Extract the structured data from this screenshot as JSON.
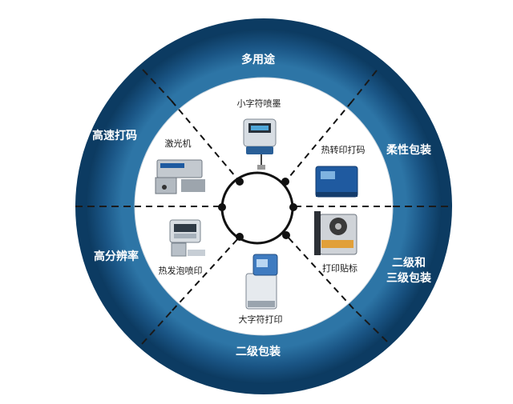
{
  "colors": {
    "ring_outer": "#0d3f66",
    "ring_mid": "#2b6f9e",
    "ring_inner": "#1e5a86",
    "dash": "#111111",
    "device_blue": "#1f4e8c",
    "device_gray": "#c9ced4"
  },
  "outer_segments": [
    {
      "id": "top",
      "label": "多用途"
    },
    {
      "id": "right-upper",
      "label": "柔性包装"
    },
    {
      "id": "right-lower",
      "lines": [
        "二级和",
        "三级包装"
      ]
    },
    {
      "id": "bottom",
      "label": "二级包装"
    },
    {
      "id": "left-lower",
      "label": "高分辨率"
    },
    {
      "id": "left-upper",
      "label": "高速打码"
    }
  ],
  "products": [
    {
      "id": "small-char-inkjet",
      "label": "小字符喷墨",
      "icon": "inkjet-printer-icon"
    },
    {
      "id": "thermal-transfer",
      "label": "热转印打码",
      "icon": "thermal-transfer-printer-icon"
    },
    {
      "id": "print-apply",
      "label": "打印贴标",
      "icon": "label-applicator-icon"
    },
    {
      "id": "large-char",
      "label": "大字符打印",
      "icon": "large-character-printer-icon"
    },
    {
      "id": "thermal-inkjet",
      "label": "热发泡喷印",
      "icon": "thermal-inkjet-printer-icon"
    },
    {
      "id": "laser",
      "label": "激光机",
      "icon": "laser-marker-icon"
    }
  ]
}
